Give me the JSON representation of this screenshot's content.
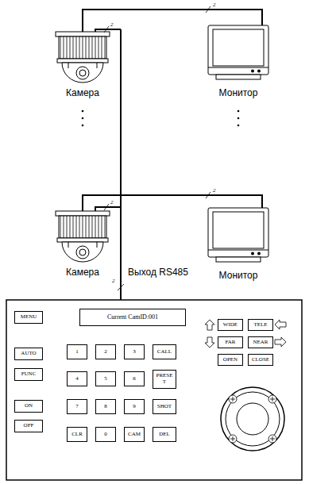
{
  "diagram": {
    "nodes": [
      {
        "text": [
          "Камера"
        ]
      },
      {
        "text": [
          "Монитор"
        ]
      },
      {
        "text": [
          "Камера"
        ]
      },
      {
        "text": [
          "Монитор"
        ]
      },
      {
        "text": [
          "MENU"
        ]
      },
      {
        "text": [
          "Current CamID:001"
        ]
      },
      {
        "text": [
          "WIDE"
        ]
      },
      {
        "text": [
          "TELE"
        ]
      },
      {
        "text": [
          "AUTO"
        ]
      },
      {
        "text": [
          "1"
        ]
      },
      {
        "text": [
          "2"
        ]
      },
      {
        "text": [
          "3"
        ]
      },
      {
        "text": [
          "CALL"
        ]
      },
      {
        "text": [
          "FAR"
        ]
      },
      {
        "text": [
          "NEAR"
        ]
      },
      {
        "text": [
          "FUNC"
        ]
      },
      {
        "text": [
          "4"
        ]
      },
      {
        "text": [
          "5"
        ]
      },
      {
        "text": [
          "6"
        ]
      },
      {
        "text": [
          "PRESE T"
        ]
      },
      {
        "text": [
          "OPEN"
        ]
      },
      {
        "text": [
          "CLOSE"
        ]
      },
      {
        "text": [
          "ON"
        ]
      },
      {
        "text": [
          "7"
        ]
      },
      {
        "text": [
          "8"
        ]
      },
      {
        "text": [
          "9"
        ]
      },
      {
        "text": [
          "SHOT"
        ]
      },
      {
        "text": [
          "OFF"
        ]
      },
      {
        "text": [
          "CLR"
        ]
      },
      {
        "text": [
          "0"
        ]
      },
      {
        "text": [
          "CAM"
        ]
      },
      {
        "text": [
          "DEL"
        ]
      }
    ],
    "edges": [
      {
        "from": 0,
        "to": 1,
        "arrow": "none"
      },
      {
        "from": 2,
        "to": 3,
        "arrow": "none"
      }
    ],
    "labels": [
      "Выход RS485",
      "2",
      "2",
      "2",
      "2",
      "2"
    ]
  }
}
